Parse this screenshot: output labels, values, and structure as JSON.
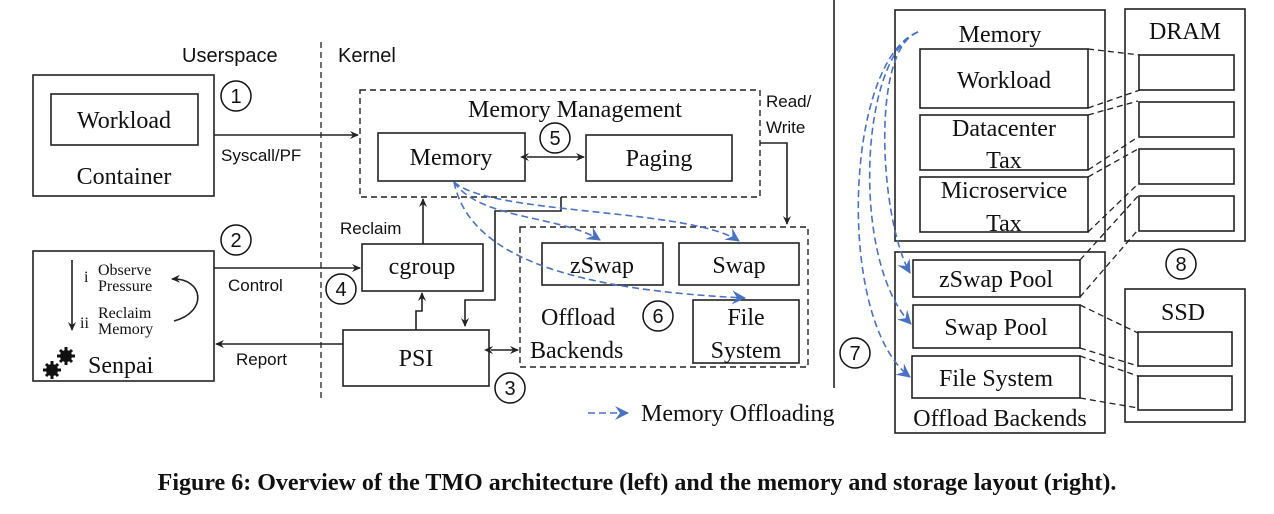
{
  "left": {
    "region_labels": {
      "userspace": "Userspace",
      "kernel": "Kernel"
    },
    "container": {
      "inner": "Workload",
      "label": "Container"
    },
    "senpai": {
      "step_i_num": "i",
      "step_i_line1": "Observe",
      "step_i_line2": "Pressure",
      "step_ii_num": "ii",
      "step_ii_line1": "Reclaim",
      "step_ii_line2": "Memory",
      "label": "Senpai",
      "icon": "gears-icon"
    },
    "memory_management": {
      "title": "Memory Management",
      "memory": "Memory",
      "paging": "Paging"
    },
    "cgroup": "cgroup",
    "psi": "PSI",
    "offload": {
      "zswap": "zSwap",
      "swap": "Swap",
      "file_line1": "File",
      "file_line2": "System",
      "label_line1": "Offload",
      "label_line2": "Backends"
    },
    "edge_labels": {
      "syscall": "Syscall/PF",
      "control": "Control",
      "report": "Report",
      "reclaim": "Reclaim",
      "read": "Read/",
      "write": "Write"
    },
    "markers": [
      "1",
      "2",
      "3",
      "4",
      "5",
      "6"
    ]
  },
  "legend": {
    "label": "Memory  Offloading",
    "color": "#4a72c4"
  },
  "right": {
    "memory": {
      "title": "Memory",
      "workload": "Workload",
      "dc_line1": "Datacenter",
      "dc_line2": "Tax",
      "ms_line1": "Microservice",
      "ms_line2": "Tax"
    },
    "backends": {
      "zswap_pool": "zSwap Pool",
      "swap_pool": "Swap Pool",
      "file_system": "File System",
      "label": "Offload Backends"
    },
    "dram": {
      "title": "DRAM",
      "slots": 4
    },
    "ssd": {
      "title": "SSD",
      "slots": 2
    },
    "markers": [
      "7",
      "8"
    ]
  },
  "caption": "Figure 6: Overview of the TMO architecture (left) and the memory and storage layout (right)."
}
